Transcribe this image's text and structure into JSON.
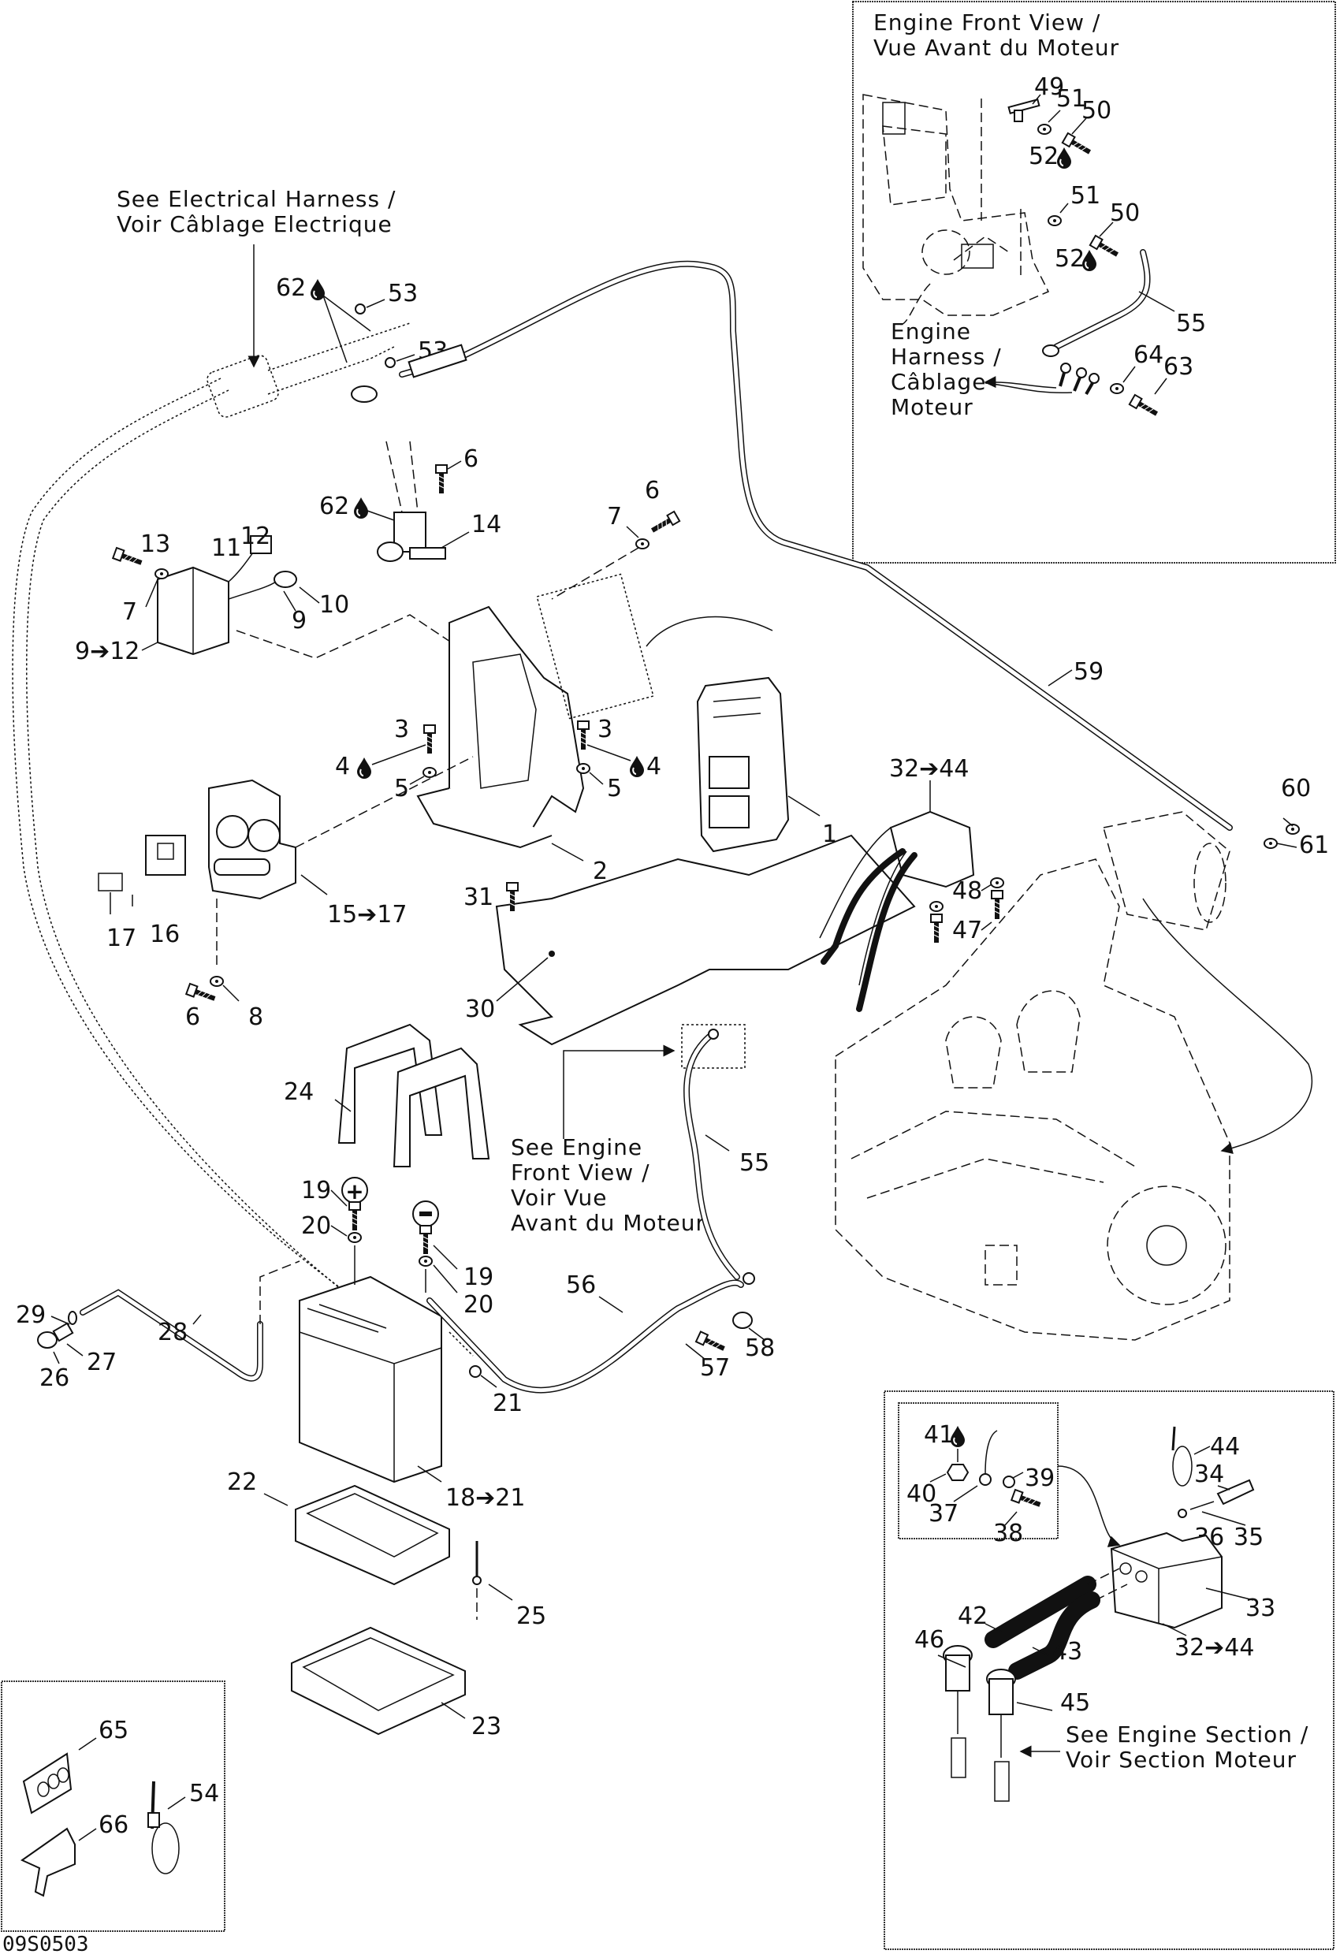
{
  "drawing_ref": "09S0503",
  "callouts": {
    "electrical_harness": [
      "See Electrical Harness /",
      "Voir Câblage Electrique"
    ],
    "engine_front_view_inset": [
      "Engine Front View /",
      "Vue Avant du Moteur"
    ],
    "engine_harness": [
      "Engine",
      "Harness /",
      "Câblage",
      "Moteur"
    ],
    "see_engine_front_view": [
      "See Engine",
      "Front View /",
      "Voir Vue",
      "Avant du Moteur"
    ],
    "see_engine_section": [
      "See Engine Section /",
      "Voir Section Moteur"
    ]
  },
  "symbols": {
    "positive": "+",
    "negative": "−",
    "arrow": "➔",
    "sealant_drop": "drop-icon"
  },
  "part_labels": {
    "p1": "1",
    "p2": "2",
    "p3a": "3",
    "p3b": "3",
    "p4a": "4",
    "p4b": "4",
    "p5a": "5",
    "p5b": "5",
    "p6a": "6",
    "p6b": "6",
    "p6c": "6",
    "p7a": "7",
    "p7b": "7",
    "p8": "8",
    "p9": "9",
    "p9_12": "9➔12",
    "p10": "10",
    "p11": "11",
    "p12": "12",
    "p13": "13",
    "p14": "14",
    "p15_17": "15➔17",
    "p16": "16",
    "p17": "17",
    "p18_21": "18➔21",
    "p19a": "19",
    "p19b": "19",
    "p20a": "20",
    "p20b": "20",
    "p21": "21",
    "p22": "22",
    "p23": "23",
    "p24": "24",
    "p25": "25",
    "p26": "26",
    "p27": "27",
    "p28": "28",
    "p29": "29",
    "p30": "30",
    "p31": "31",
    "p32_44a": "32➔44",
    "p32_44b": "32➔44",
    "p33": "33",
    "p34": "34",
    "p35": "35",
    "p36": "36",
    "p37": "37",
    "p38": "38",
    "p39": "39",
    "p40": "40",
    "p41": "41",
    "p42": "42",
    "p43": "43",
    "p44": "44",
    "p45": "45",
    "p46": "46",
    "p47": "47",
    "p48": "48",
    "p49": "49",
    "p50a": "50",
    "p50b": "50",
    "p51a": "51",
    "p51b": "51",
    "p52a": "52",
    "p52b": "52",
    "p53a": "53",
    "p53b": "53",
    "p54": "54",
    "p55a": "55",
    "p55b": "55",
    "p56": "56",
    "p57": "57",
    "p58": "58",
    "p59": "59",
    "p60": "60",
    "p61": "61",
    "p62a": "62",
    "p62b": "62",
    "p63": "63",
    "p64": "64",
    "p65": "65",
    "p66": "66"
  }
}
